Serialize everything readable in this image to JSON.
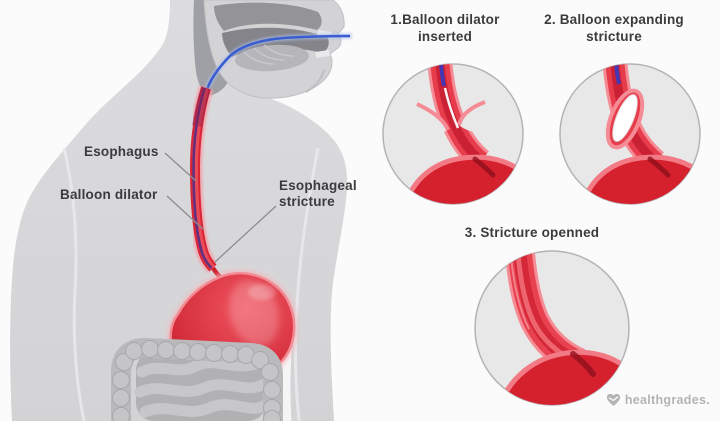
{
  "anatomy_labels": {
    "esophagus": "Esophagus",
    "balloon_dilator": "Balloon dilator",
    "esophageal_stricture": "Esophageal\nstricture"
  },
  "steps": [
    {
      "caption": "1.Balloon dilator\ninserted"
    },
    {
      "caption": "2. Balloon expanding\nstricture"
    },
    {
      "caption": "3. Stricture openned"
    }
  ],
  "branding": {
    "logo_text": "healthgrades.",
    "heart_icon": "heart-icon"
  },
  "colors": {
    "esophagus_red": "#da2536",
    "stomach_red": "#d5202e",
    "catheter_blue": "#3a5ed2",
    "dilator_purple": "#5c2c80",
    "balloon_white": "#ffffff",
    "body_gray": "#d7d7d9",
    "circle_fill": "#e8e8e9",
    "circle_border": "#b4b4b7",
    "label_text": "#3b3b3d",
    "logo_gray": "#b4b4b6",
    "background": "#fbfbfb"
  }
}
